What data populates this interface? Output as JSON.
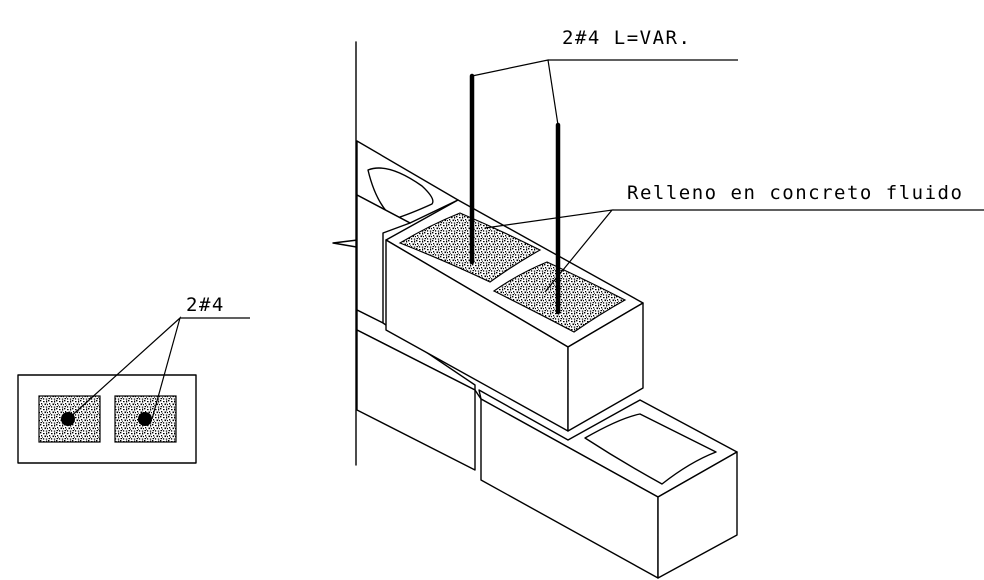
{
  "labels": {
    "bars_top": "2#4  L=VAR.",
    "grout": "Relleno en concreto fluido",
    "section_bars": "2#4"
  },
  "colors": {
    "ink": "#000000",
    "paper": "#ffffff"
  }
}
